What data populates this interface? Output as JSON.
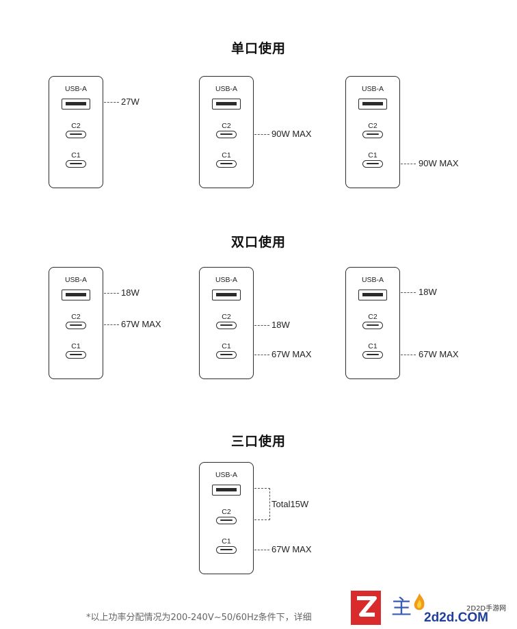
{
  "sections": [
    {
      "title": "单口使用",
      "chargers": [
        {
          "usba": "USB-A",
          "c2": "C2",
          "c1": "C1",
          "outputs": {
            "usba": "27W"
          }
        },
        {
          "usba": "USB-A",
          "c2": "C2",
          "c1": "C1",
          "outputs": {
            "c2": "90W MAX"
          }
        },
        {
          "usba": "USB-A",
          "c2": "C2",
          "c1": "C1",
          "outputs": {
            "c1": "90W MAX"
          }
        }
      ]
    },
    {
      "title": "双口使用",
      "chargers": [
        {
          "usba": "USB-A",
          "c2": "C2",
          "c1": "C1",
          "outputs": {
            "usba": "18W",
            "c2": "67W MAX"
          }
        },
        {
          "usba": "USB-A",
          "c2": "C2",
          "c1": "C1",
          "outputs": {
            "c2": "18W",
            "c1": "67W MAX"
          }
        },
        {
          "usba": "USB-A",
          "c2": "C2",
          "c1": "C1",
          "outputs": {
            "usba": "18W",
            "c1": "67W MAX"
          }
        }
      ]
    },
    {
      "title": "三口使用",
      "chargers": [
        {
          "usba": "USB-A",
          "c2": "C2",
          "c1": "C1",
          "outputs": {
            "usba_c2_total": "Total15W",
            "c1": "67W MAX"
          }
        }
      ]
    }
  ],
  "footnote": "*以上功率分配情况为200-240V~50/60Hz条件下，详细",
  "watermark": {
    "logo_char": "主",
    "site_cn": "2D2D手游网",
    "site_en": "2d2d.COM"
  }
}
